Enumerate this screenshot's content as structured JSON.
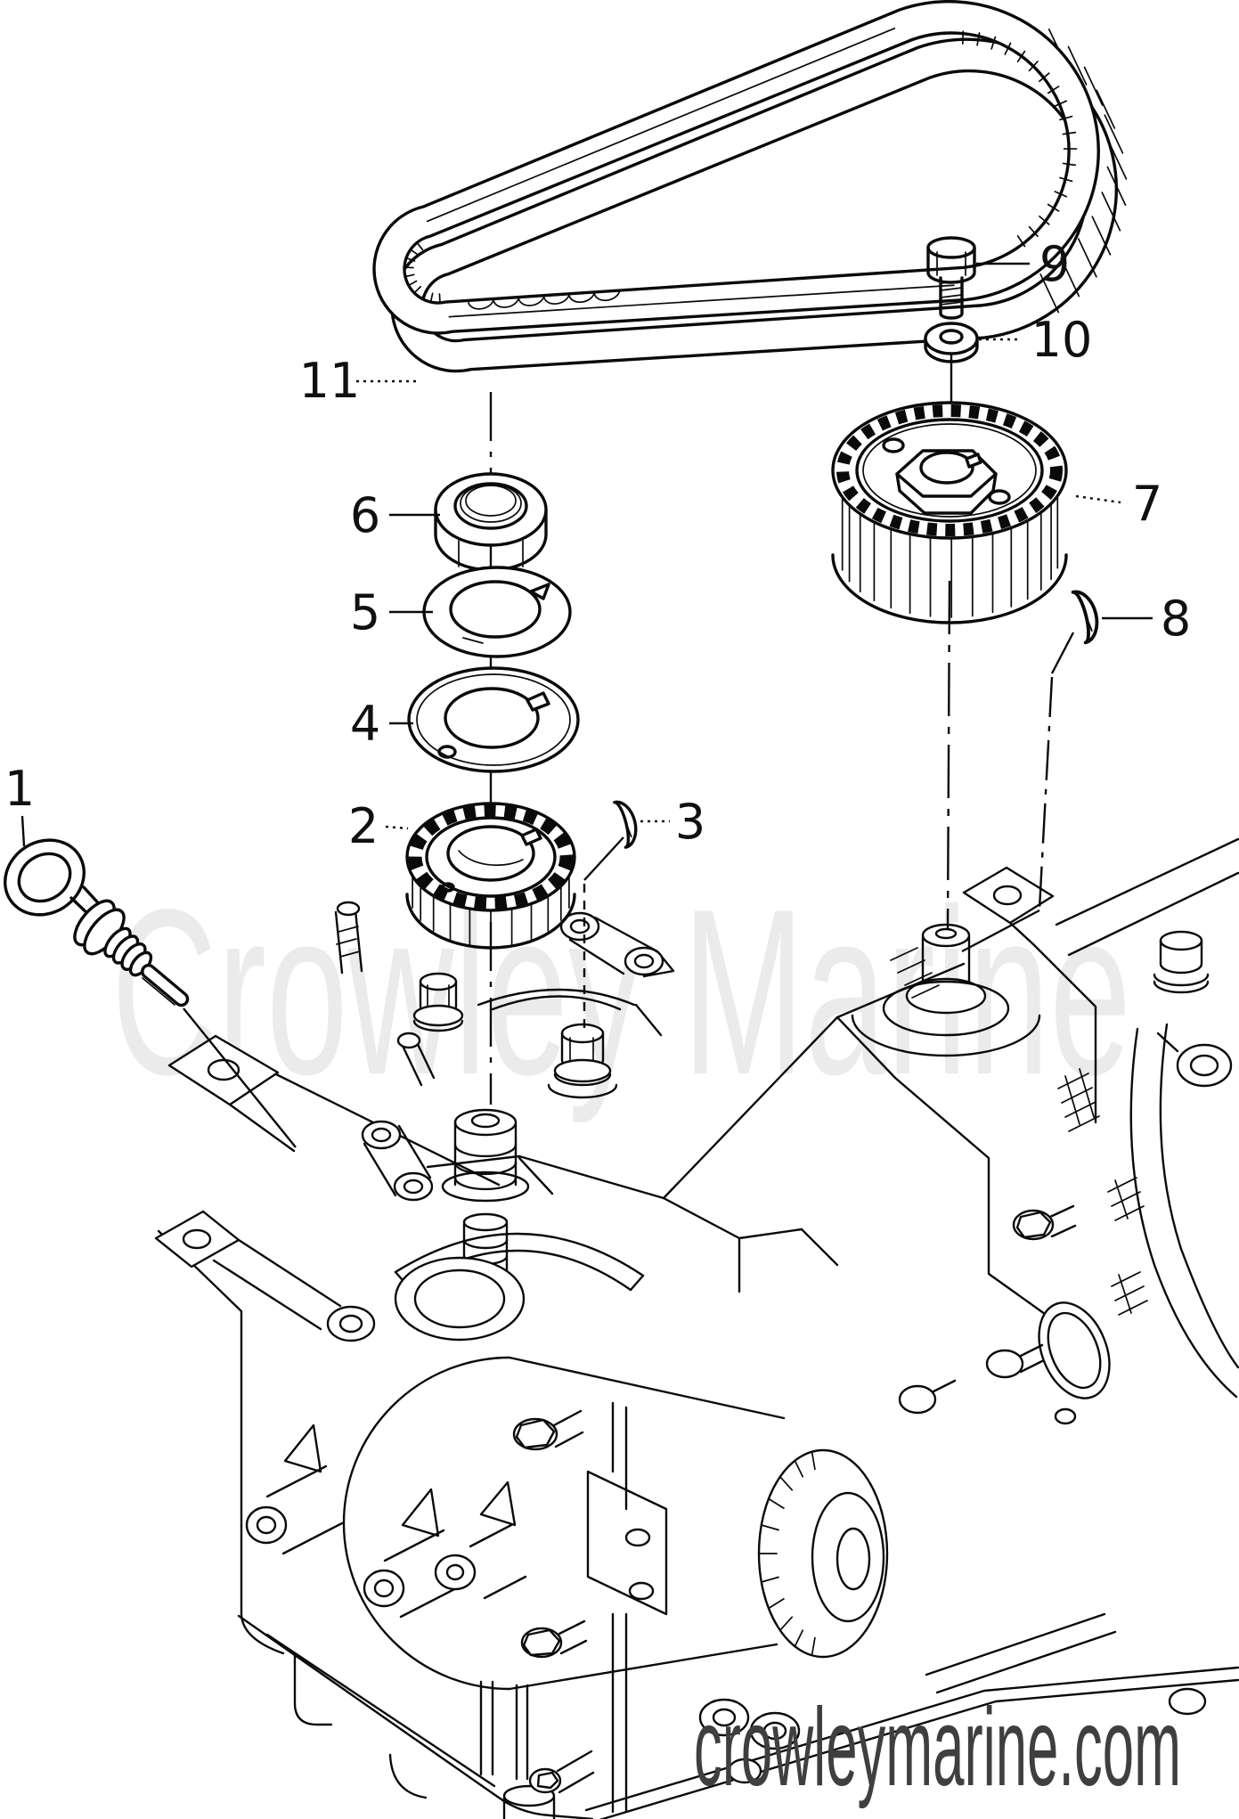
{
  "watermark": {
    "text": "Crowley Marine",
    "color": "#ebebeb"
  },
  "footer": {
    "site_text": "crowleymarine.com",
    "color": "#3f3f3f"
  },
  "diagram": {
    "background": "#ffffff",
    "line_color": "#0a0a0a",
    "description": "Exploded parts view: timing belt and pulley assembly on outboard powerhead",
    "callouts": [
      {
        "number": "1",
        "part": "dipstick"
      },
      {
        "number": "2",
        "part": "crankshaft-sprocket"
      },
      {
        "number": "3",
        "part": "woodruff-key-crankshaft"
      },
      {
        "number": "4",
        "part": "thrust-washer"
      },
      {
        "number": "5",
        "part": "lock-washer"
      },
      {
        "number": "6",
        "part": "crankshaft-nut"
      },
      {
        "number": "7",
        "part": "camshaft-pulley"
      },
      {
        "number": "8",
        "part": "woodruff-key-camshaft"
      },
      {
        "number": "9",
        "part": "bolt"
      },
      {
        "number": "10",
        "part": "washer"
      },
      {
        "number": "11",
        "part": "timing-belt"
      }
    ]
  }
}
